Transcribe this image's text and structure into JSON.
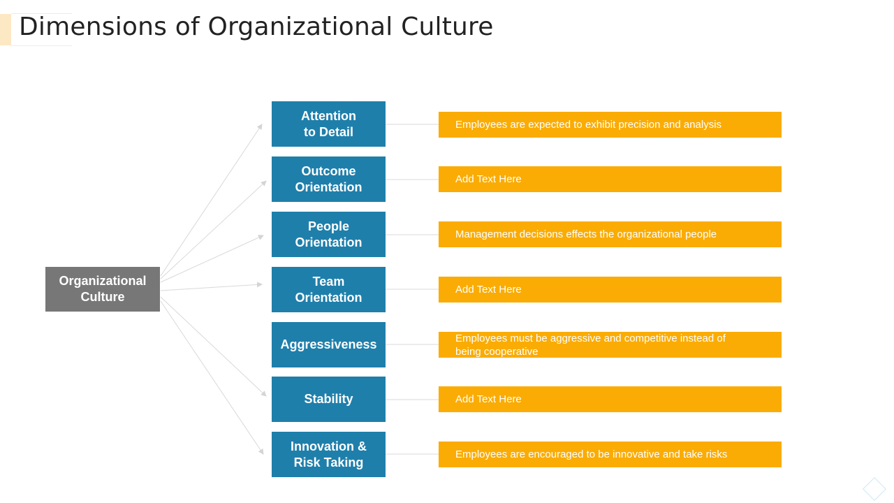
{
  "title": "Dimensions of Organizational Culture",
  "root": {
    "label": "Organizational\nCulture"
  },
  "dimensions": [
    {
      "label": "Attention\nto Detail",
      "description": "Employees are expected to exhibit precision and analysis"
    },
    {
      "label": "Outcome\nOrientation",
      "description": "Add Text Here"
    },
    {
      "label": "People\nOrientation",
      "description": "Management decisions effects the organizational people"
    },
    {
      "label": "Team\nOrientation",
      "description": "Add Text Here"
    },
    {
      "label": "Aggressiveness",
      "description": "Employees must be aggressive and competitive instead of being cooperative"
    },
    {
      "label": "Stability",
      "description": "Add Text Here"
    },
    {
      "label": "Innovation &\nRisk Taking",
      "description": "Employees are encouraged to be innovative and take risks"
    }
  ],
  "colors": {
    "root": "#777777",
    "dimension": "#1f7fab",
    "description": "#faac04",
    "accent": "#fde8c4",
    "connector": "#d4d4d4"
  },
  "icons": {
    "corner": "diamond-outline-icon"
  }
}
